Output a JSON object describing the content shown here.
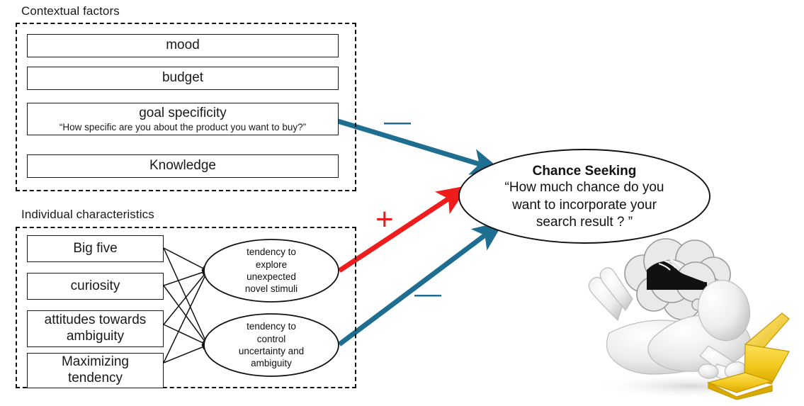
{
  "diagram": {
    "title_hidden": "Chance seeking research model",
    "colors": {
      "negative_arrow": "#1e6e91",
      "positive_arrow": "#ee1c1c",
      "box_border": "#1a1a1a",
      "group_border": "#111111",
      "laptop": "#f2c318",
      "figure": "#e4e4e4",
      "thought_bubble": "#e8e8e8",
      "shoe": "#111111"
    }
  },
  "contextual": {
    "label": "Contextual factors",
    "items": [
      {
        "title": "mood",
        "subtitle": ""
      },
      {
        "title": "budget",
        "subtitle": ""
      },
      {
        "title": "goal specificity",
        "subtitle": "“How specific are you about the product you want to buy?”"
      },
      {
        "title": "Knowledge",
        "subtitle": ""
      }
    ]
  },
  "individual": {
    "label": "Individual characteristics",
    "items": [
      {
        "line1": "Big five",
        "line2": ""
      },
      {
        "line1": "curiosity",
        "line2": ""
      },
      {
        "line1": "attitudes towards",
        "line2": "ambiguity"
      },
      {
        "line1": "Maximizing",
        "line2": "tendency"
      }
    ],
    "mediators": [
      {
        "lines": [
          "tendency to",
          "explore",
          "unexpected",
          "novel stimuli"
        ]
      },
      {
        "lines": [
          "tendency to",
          "control",
          "uncertainty and",
          "ambiguity"
        ]
      }
    ]
  },
  "outcome": {
    "title": "Chance Seeking",
    "lines": [
      "“How much chance do you",
      "want to incorporate your",
      "search result ? ”"
    ]
  },
  "signs": {
    "top_minus": "—",
    "middle_plus": "+",
    "bottom_minus": "—"
  },
  "illustration": {
    "figure_name": "person-lying-with-laptop",
    "thought_contents": "shoe"
  }
}
